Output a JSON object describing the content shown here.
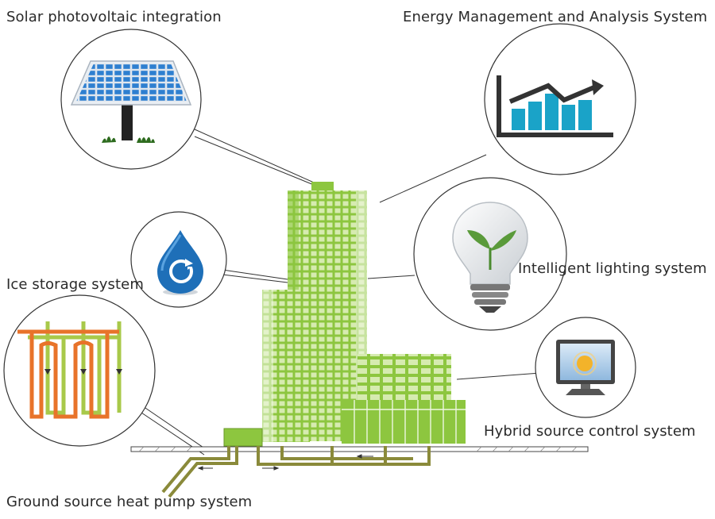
{
  "labels": {
    "solar": "Solar photovoltaic integration",
    "energy": "Energy Management and Analysis System",
    "ice": "Ice storage system",
    "lighting": "Intelligent lighting system",
    "hybrid": "Hybrid source control system",
    "ground": "Ground source heat pump system"
  },
  "colors": {
    "building_green": "#8dc63f",
    "window_light": "#c9e49a",
    "panel_blue": "#2e7fd0",
    "chart_cyan": "#1aa3c8",
    "water_blue": "#1e6fb8",
    "pipe_orange": "#e8732a",
    "pipe_green": "#a8c94a",
    "pipe_olive": "#8a8a3a"
  },
  "icons": [
    "solar-panel-icon",
    "bar-chart-trend-icon",
    "water-drop-icon",
    "lightbulb-sprout-icon",
    "monitor-sun-icon",
    "ice-pipes-icon"
  ]
}
